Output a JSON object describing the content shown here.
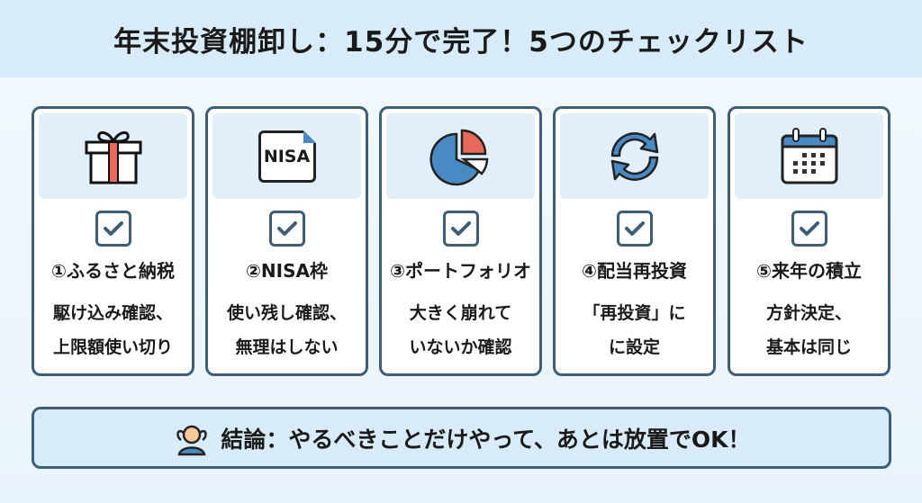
{
  "header": {
    "title": "年末投資棚卸し：15分で完了！5つのチェックリスト"
  },
  "cards": [
    {
      "icon": "gift-icon",
      "title": "①ふるさと納税",
      "desc": [
        "駆け込み確認、",
        "上限額使い切り"
      ]
    },
    {
      "icon": "nisa-document-icon",
      "icon_text": "NISA",
      "title": "②NISA枠",
      "desc": [
        "使い残し確認、",
        "無理はしない"
      ]
    },
    {
      "icon": "pie-chart-icon",
      "title": "③ポートフォリオ",
      "desc": [
        "大きく崩れて",
        "いないか確認"
      ]
    },
    {
      "icon": "refresh-icon",
      "title": "④配当再投資",
      "desc": [
        "「再投資」に",
        "に設定"
      ]
    },
    {
      "icon": "calendar-icon",
      "title": "⑤来年の積立",
      "desc": [
        "方針決定、",
        "基本は同じ"
      ]
    }
  ],
  "conclusion": {
    "icon": "relaxed-person-icon",
    "text": "結論：やるべきことだけやって、あとは放置でOK！"
  },
  "colors": {
    "border": "#3d5d78",
    "accent": "#4a8ac4",
    "red": "#e8685a",
    "band": "#e0eff9"
  }
}
